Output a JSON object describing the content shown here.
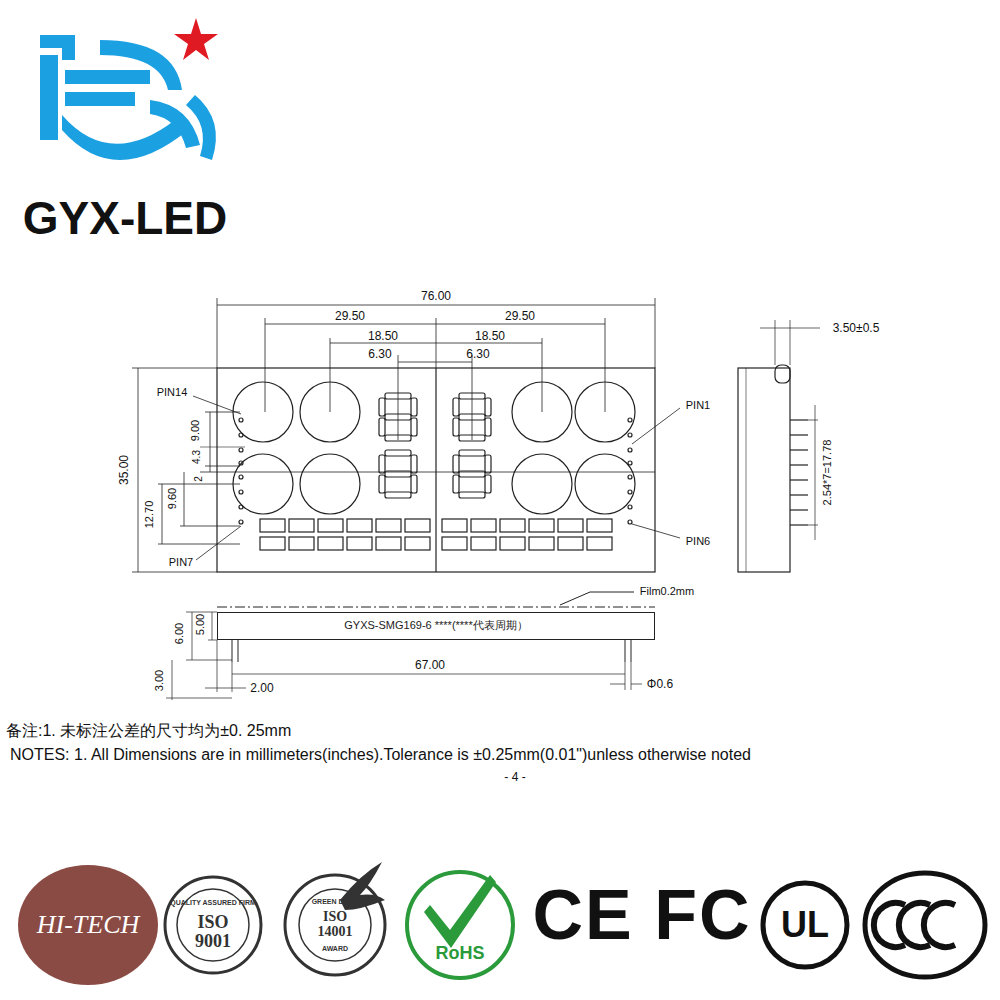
{
  "diagram": {
    "nodes": [
      {
        "text": [
          "GYXS-SMG169-6 ****(****代表周期）"
        ]
      },
      {
        "text": [
          "HI-TECH"
        ]
      },
      {
        "text": [
          "QUALITY ASSURED FIRM",
          "ISO",
          "9001"
        ]
      },
      {
        "text": [
          "GREEN DOVE",
          "ISO",
          "14001",
          "AWARD"
        ]
      },
      {
        "text": [
          "RoHS"
        ]
      },
      {
        "text": [
          "UL"
        ]
      }
    ],
    "labels": [
      "GYX-LED",
      "76.00",
      "29.50",
      "29.50",
      "18.50",
      "18.50",
      "6.30",
      "6.30",
      "PIN14",
      "PIN1",
      "9.00",
      "4.3",
      "2",
      "35.00",
      "12.70",
      "9.60",
      "PIN7",
      "PIN6",
      "3.50±0.5",
      "2.54*7=17.78",
      "Film0.2mm",
      "6.00",
      "5.00",
      "3.00",
      "2.00",
      "67.00",
      "Φ0.6",
      "备注:1. 未标注公差的尺寸均为±0. 25mm",
      "NOTES:  1. All Dimensions are in millimeters(inches).Tolerance is ±0.25mm(0.01\")unless otherwise noted",
      "- 4 -",
      "CE",
      "FC"
    ]
  }
}
